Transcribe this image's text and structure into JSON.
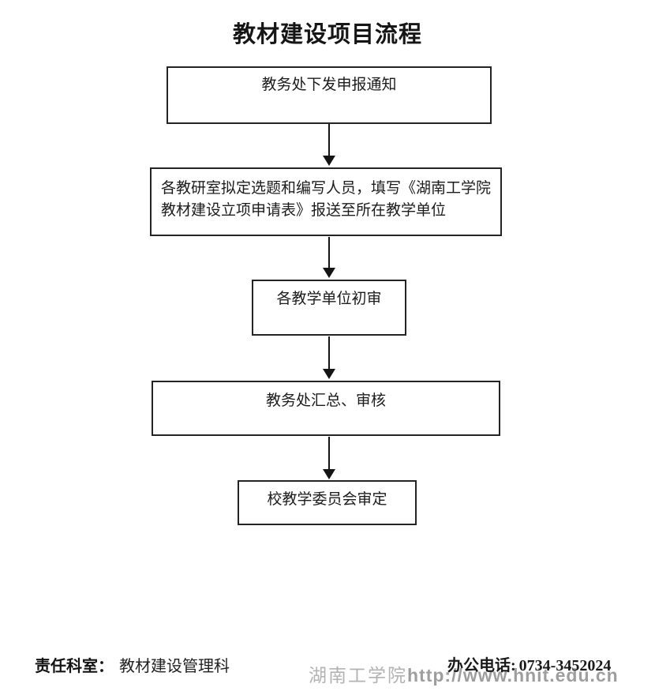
{
  "title": "教材建设项目流程",
  "flowchart": {
    "steps": [
      {
        "label": "教务处下发申报通知"
      },
      {
        "label": "各教研室拟定选题和编写人员，填写《湖南工学院教材建设立项申请表》报送至所在教学单位"
      },
      {
        "label": "各教学单位初审"
      },
      {
        "label": "教务处汇总、审核"
      },
      {
        "label": "校教学委员会审定"
      }
    ]
  },
  "footer": {
    "department_label": "责任科室：",
    "department_value": "教材建设管理科",
    "phone_label": "办公电话:",
    "phone_value": "0734-3452024"
  },
  "watermark": {
    "cn_text": "湖南工学院",
    "url_text": "http://www.hnit.edu.cn"
  },
  "colors": {
    "ink": "#1c1c1c",
    "border": "#242424",
    "watermark_cn": "#a6a6a6",
    "watermark_url": "#8e8e8e",
    "background": "#ffffff"
  }
}
